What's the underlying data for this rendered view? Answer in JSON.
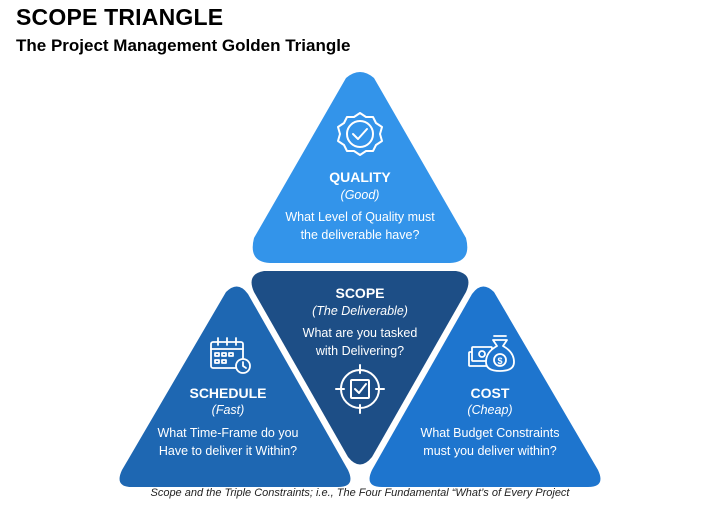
{
  "title": "SCOPE TRIANGLE",
  "subtitle": "The Project Management Golden Triangle",
  "footnote": "Scope and the Triple Constraints; i.e., The Four Fundamental “What’s of Every Project",
  "colors": {
    "quality_fill": "#3394ea",
    "scope_fill": "#1d4e86",
    "schedule_fill": "#1e67b2",
    "cost_fill": "#1e75ce",
    "text": "#ffffff"
  },
  "triangles": {
    "quality": {
      "icon": "badge-check-icon",
      "heading": "QUALITY",
      "subheading": "(Good)",
      "line1": "What Level of Quality must",
      "line2": "the deliverable have?"
    },
    "scope": {
      "icon": "target-check-icon",
      "heading": "SCOPE",
      "subheading": "(The Deliverable)",
      "line1": "What are you tasked",
      "line2": "with Delivering?"
    },
    "schedule": {
      "icon": "calendar-clock-icon",
      "heading": "SCHEDULE",
      "subheading": "(Fast)",
      "line1": "What Time-Frame do you",
      "line2": "Have to deliver it Within?"
    },
    "cost": {
      "icon": "money-bag-icon",
      "heading": "COST",
      "subheading": "(Cheap)",
      "line1": "What Budget Constraints",
      "line2": "must you deliver within?"
    }
  }
}
